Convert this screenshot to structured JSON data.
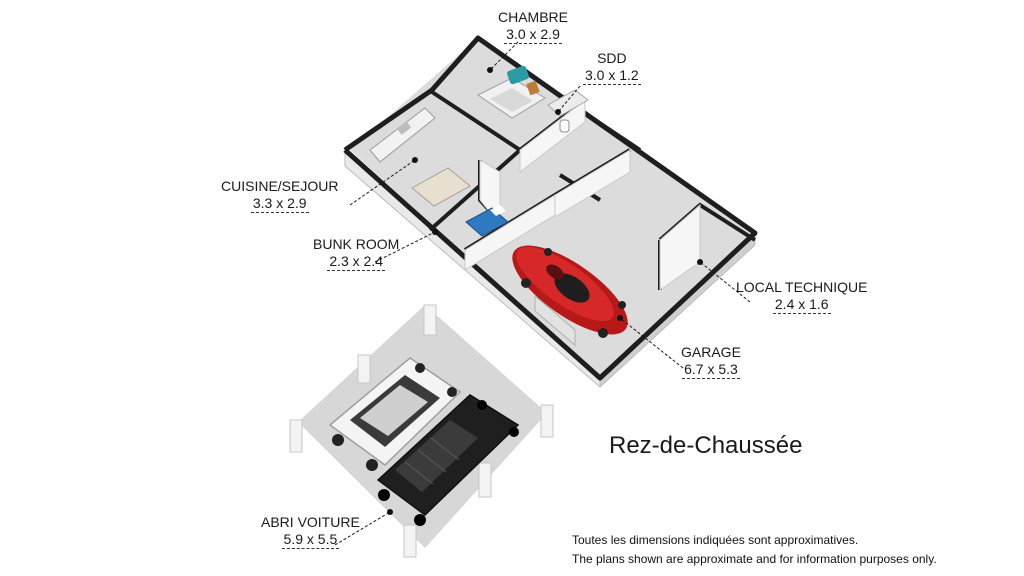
{
  "rooms": [
    {
      "name": "CHAMBRE",
      "dims": "3.0 x 2.9"
    },
    {
      "name": "SDD",
      "dims": "3.0 x 1.2"
    },
    {
      "name": "CUISINE/SEJOUR",
      "dims": "3.3 x 2.9"
    },
    {
      "name": "BUNK ROOM",
      "dims": "2.3 x 2.4"
    },
    {
      "name": "LOCAL TECHNIQUE",
      "dims": "2.4 x 1.6"
    },
    {
      "name": "GARAGE",
      "dims": "6.7 x 5.3"
    },
    {
      "name": "ABRI VOITURE",
      "dims": "5.9 x 5.5"
    }
  ],
  "floor_title": "Rez-de-Chaussée",
  "disclaimer": {
    "fr": "Toutes les dimensions indiquées sont approximatives.",
    "en": "The plans shown are approximate and for information purposes only."
  },
  "colors": {
    "wall": "#ffffff",
    "wall_shade": "#d9d9d9",
    "floor": "#dedede",
    "wall_top": "#1e1e1e",
    "red_car": "#cc1f1f",
    "teal_furniture": "#2a9aa3",
    "blue_bed": "#2f79c0"
  }
}
